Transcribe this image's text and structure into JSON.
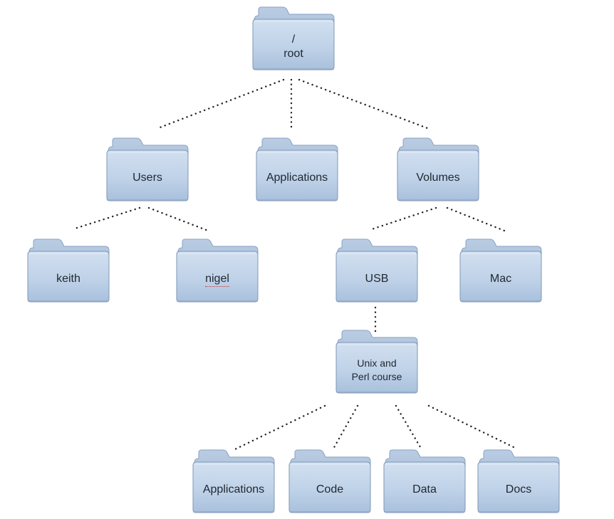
{
  "diagram": {
    "nodes": {
      "root": {
        "line1": "/",
        "line2": "root"
      },
      "users": {
        "line1": "Users"
      },
      "applications": {
        "line1": "Applications"
      },
      "volumes": {
        "line1": "Volumes"
      },
      "keith": {
        "line1": "keith"
      },
      "nigel": {
        "line1": "nigel"
      },
      "usb": {
        "line1": "USB"
      },
      "mac": {
        "line1": "Mac"
      },
      "course": {
        "line1": "Unix and",
        "line2": "Perl course"
      },
      "course_applications": {
        "line1": "Applications"
      },
      "code": {
        "line1": "Code"
      },
      "data": {
        "line1": "Data"
      },
      "docs": {
        "line1": "Docs"
      }
    },
    "edges": [
      [
        "root",
        "users"
      ],
      [
        "root",
        "applications"
      ],
      [
        "root",
        "volumes"
      ],
      [
        "users",
        "keith"
      ],
      [
        "users",
        "nigel"
      ],
      [
        "volumes",
        "usb"
      ],
      [
        "volumes",
        "mac"
      ],
      [
        "usb",
        "course"
      ],
      [
        "course",
        "course_applications"
      ],
      [
        "course",
        "code"
      ],
      [
        "course",
        "data"
      ],
      [
        "course",
        "docs"
      ]
    ],
    "colors": {
      "folder_front": "#c2d4ea",
      "folder_back": "#a9bfdb",
      "folder_edge": "#7f97b6",
      "connector": "#222222"
    }
  }
}
